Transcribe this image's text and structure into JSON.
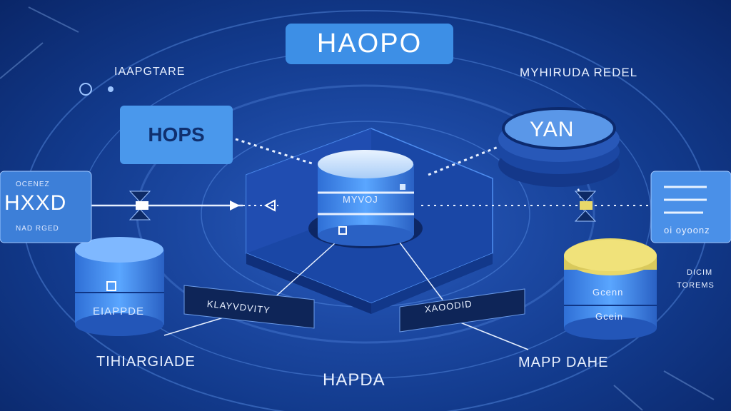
{
  "title": "HAOPO",
  "labels": {
    "top_left": "IAAPGTARE",
    "top_right": "MYHIRUDA REDEL",
    "bottom_left": "TIHIARGIADE",
    "bottom_right": "MAPP DAHE",
    "bottom_center": "HAPDA",
    "right_side_top": "DICIM",
    "right_side_bottom": "TOREMS"
  },
  "nodes": {
    "hops": "HOPS",
    "yan": "YAN",
    "hxd_main": "HXXD",
    "hxd_top": "OCENEZ",
    "hxd_bottom": "NAD RGED",
    "right_card": "oi oyoonz",
    "left_db": "EIAPPDE",
    "right_db_top": "Gcenn",
    "right_db_bottom": "Gcein",
    "center_db": "MYVOJ"
  },
  "panels": {
    "left": "KLAYVDVITY",
    "right": "XAOODID"
  },
  "colors": {
    "accent": "#4ea3ff",
    "title_bg": "#3d8fe6",
    "yellow": "#e8d86a"
  }
}
